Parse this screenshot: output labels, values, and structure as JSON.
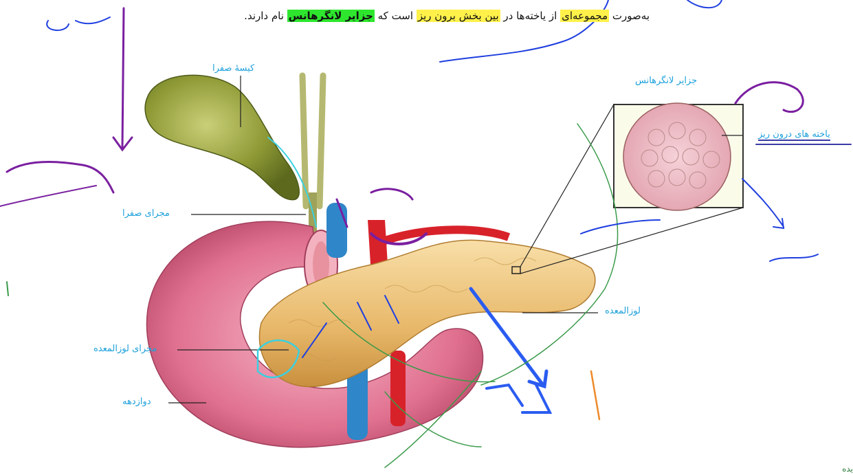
{
  "sentence": {
    "part1": "به‌صورت ",
    "part2": "مجموعه‌ای",
    "part3": " از یاخته‌ها در ",
    "part4": "بین بخش برون ریز",
    "part5": " است که ",
    "part6": "جزایر لانگرهانس",
    "part7": " نام دارند."
  },
  "labels": {
    "gallbladder": "کیسۀ صفرا",
    "bile_duct": "مجرای صفرا",
    "pancreatic_duct": "مجرای لوزالمعده",
    "duodenum": "دوازدهه",
    "pancreas": "لوزالمعده",
    "islets": "جزایر لانگرهانس",
    "endocrine_cells": "یاخته های درون ریز"
  },
  "corner_text": "یده",
  "colors": {
    "label_blue": "#1da1dc",
    "highlight_yellow": "#fff14a",
    "highlight_green": "#2ee62e",
    "ink_purple": "#7a1fa0",
    "ink_blue": "#1f3fe0",
    "ink_green": "#3a9a4a"
  }
}
